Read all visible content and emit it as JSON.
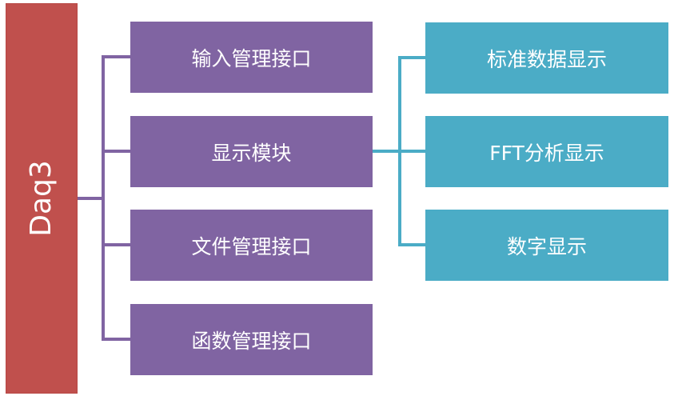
{
  "root": {
    "label": "Daq3"
  },
  "level1": [
    {
      "label": "输入管理接口"
    },
    {
      "label": "显示模块"
    },
    {
      "label": "文件管理接口"
    },
    {
      "label": "函数管理接口"
    }
  ],
  "level2": [
    {
      "label": "标准数据显示"
    },
    {
      "label": "FFT分析显示"
    },
    {
      "label": "数字显示"
    }
  ],
  "colors": {
    "root": "#c0504d",
    "level1": "#8064a2",
    "level2": "#4bacc6"
  }
}
